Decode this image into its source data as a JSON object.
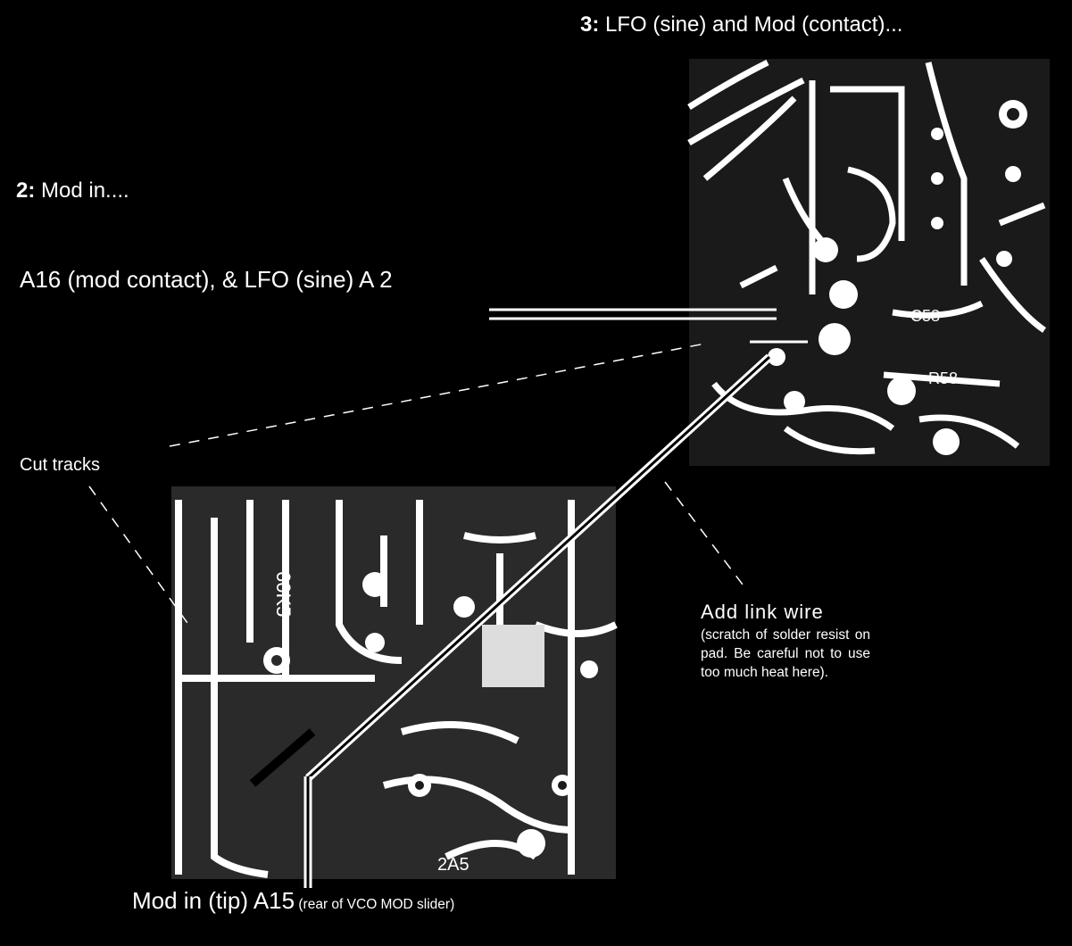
{
  "labels": {
    "step3_num": "3:",
    "step3_text": " LFO (sine) and Mod (contact)...",
    "step2_num": "2:",
    "step2_text": " Mod in....",
    "a16": "A16 (mod contact), & LFO (sine) A 2",
    "cut_tracks": "Cut tracks",
    "add_link_title": "Add link wire",
    "add_link_note": "(scratch of solder resist on pad. Be careful not to use too much heat here).",
    "mod_in_main": "Mod in (tip) A15",
    "mod_in_note": " (rear of VCO MOD slider)"
  },
  "pcb_labels": {
    "top_c": "C58",
    "top_r": "R58",
    "bottom_r": "60K5",
    "bottom_c": "2A5"
  }
}
